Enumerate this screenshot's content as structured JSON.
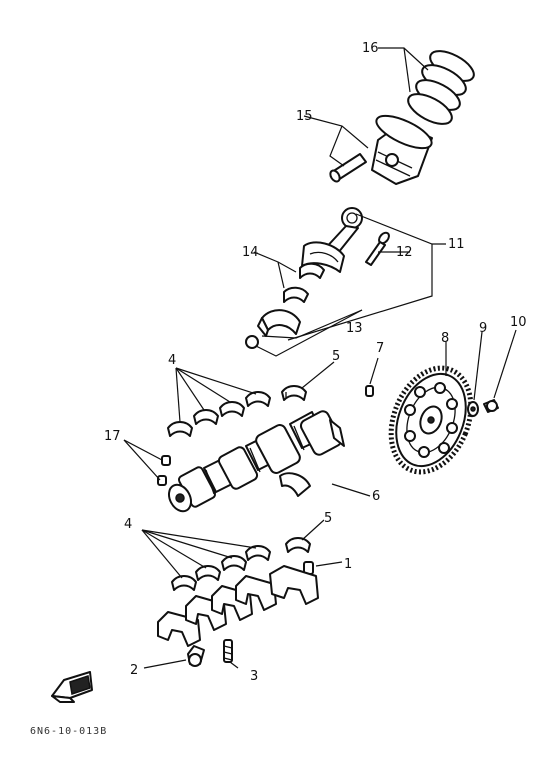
{
  "callouts": {
    "c1": "1",
    "c2": "2",
    "c3": "3",
    "c4a": "4",
    "c4b": "4",
    "c5a": "5",
    "c5b": "5",
    "c6": "6",
    "c7": "7",
    "c8": "8",
    "c9": "9",
    "c10": "10",
    "c11": "11",
    "c12": "12",
    "c13": "13",
    "c14": "14",
    "c15": "15",
    "c16": "16",
    "c17": "17"
  },
  "figure_code": "6N6-10-013B",
  "arrow_icon": "front-direction-arrow-icon",
  "colors": {
    "ink": "#111111",
    "paper": "#ffffff"
  }
}
